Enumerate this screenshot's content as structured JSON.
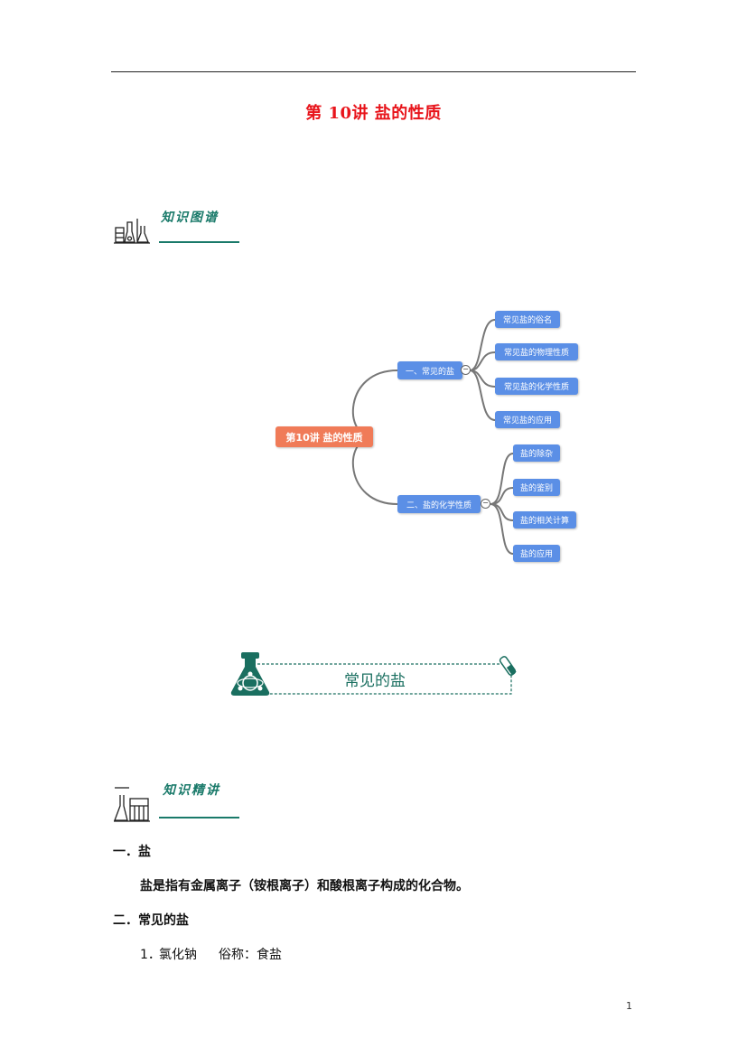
{
  "document": {
    "title": "第 10讲  盐的性质",
    "page_number": "1"
  },
  "sections": {
    "map_label": "知识图谱",
    "lecture_label": "知识精讲"
  },
  "mind_map": {
    "root": "第10讲 盐的性质",
    "branches": [
      {
        "label": "一、常见的盐",
        "children": [
          "常见盐的俗名",
          "常见盐的物理性质",
          "常见盐的化学性质",
          "常见盐的应用"
        ]
      },
      {
        "label": "二、盐的化学性质",
        "children": [
          "盐的除杂",
          "盐的鉴别",
          "盐的相关计算",
          "盐的应用"
        ]
      }
    ],
    "collapse_symbol": "−",
    "colors": {
      "root": "#f07b58",
      "node": "#5b8fe6",
      "line": "#777777"
    }
  },
  "banner": {
    "text": "常见的盐",
    "accent": "#1a6f60"
  },
  "content": {
    "h1": "一．盐",
    "p1": "盐是指有金属离子（铵根离子）和酸根离子构成的化合物。",
    "h2": "二．常见的盐",
    "item1_num": "1．",
    "item1_name": "氯化钠",
    "item1_alias": "俗称：食盐"
  }
}
